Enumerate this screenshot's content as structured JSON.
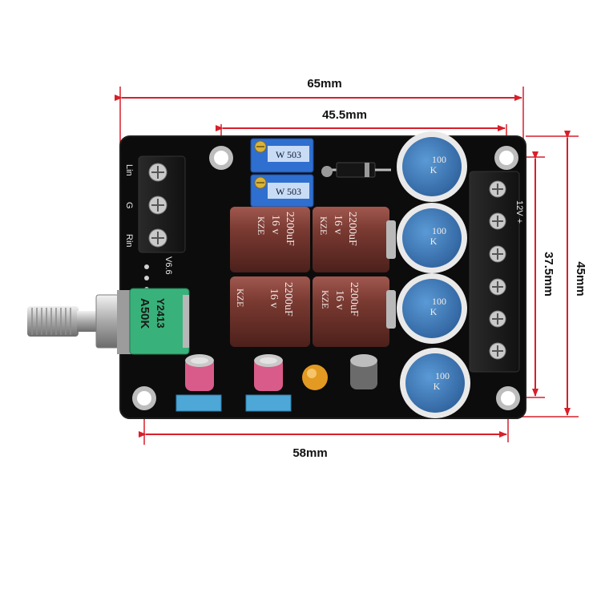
{
  "dimensions": {
    "overall_width": "65mm",
    "hole_spacing_top": "45.5mm",
    "hole_spacing_bottom": "58mm",
    "hole_spacing_vertical": "37.5mm",
    "overall_height": "45mm"
  },
  "board": {
    "version": "V6.6",
    "input_labels": [
      "Lin",
      "G",
      "Rin"
    ],
    "power_label": "12V +"
  },
  "trimmers": [
    {
      "label": "W 503"
    },
    {
      "label": "W 503"
    }
  ],
  "capacitors": [
    {
      "brand": "KZE",
      "voltage": "16 v",
      "capacitance": "2200uF"
    },
    {
      "brand": "KZE",
      "voltage": "16 v",
      "capacitance": "2200uF"
    },
    {
      "brand": "KZE",
      "voltage": "16 v",
      "capacitance": "2200uF"
    },
    {
      "brand": "KZE",
      "voltage": "16 v",
      "capacitance": "2200uF"
    }
  ],
  "inductors": [
    {
      "value": "100",
      "unit": "K"
    },
    {
      "value": "100",
      "unit": "K"
    },
    {
      "value": "100",
      "unit": "K"
    },
    {
      "value": "100",
      "unit": "K"
    }
  ],
  "volume_pot": {
    "code": "Y2413",
    "value": "A50K"
  },
  "colors": {
    "board": "#0c0c0c",
    "dimension_line": "#d81f2a",
    "capacitor_sleeve": "#7a3a32",
    "inductor": "#3e7fc0",
    "pot_body": "#38b27a"
  }
}
